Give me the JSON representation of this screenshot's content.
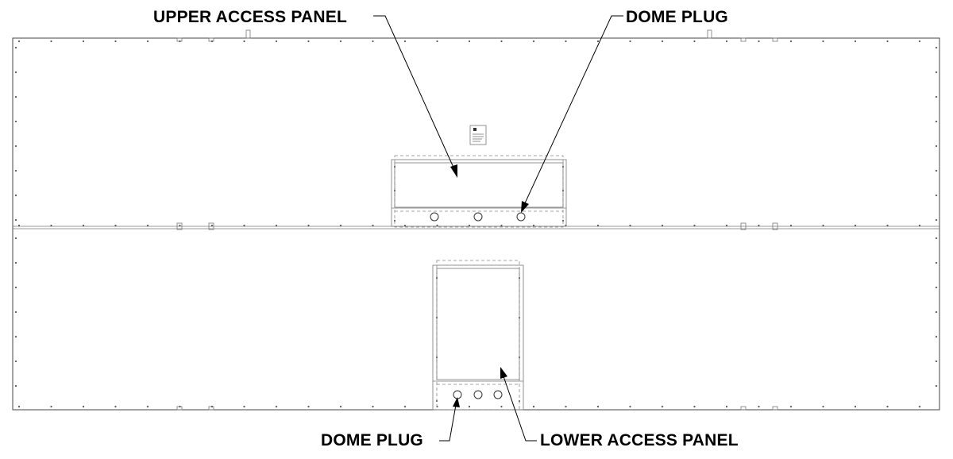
{
  "callouts": {
    "upper_access_panel": "UPPER ACCESS PANEL",
    "dome_plug_top": "DOME PLUG",
    "dome_plug_bottom": "DOME PLUG",
    "lower_access_panel": "LOWER ACCESS PANEL"
  },
  "colors": {
    "outline": "#444444",
    "callout_text": "#000000",
    "background": "#ffffff"
  }
}
